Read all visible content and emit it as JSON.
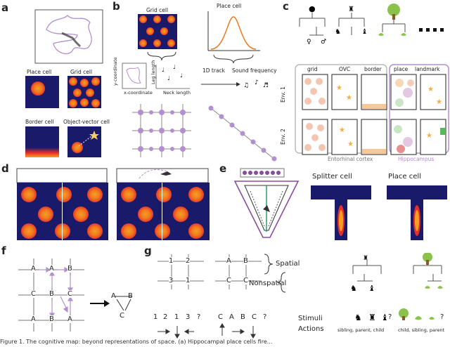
{
  "panels": {
    "a": "a",
    "b": "b",
    "c": "c",
    "d": "d",
    "e": "e",
    "f": "f",
    "g": "g"
  },
  "a": {
    "place": "Place cell",
    "grid": "Grid cell",
    "border": "Border cell",
    "ovc": "Object-vector cell"
  },
  "b": {
    "grid": "Grid cell",
    "place": "Place cell",
    "xcoord": "x-coordinate",
    "ycoord": "y-coordinate",
    "leg": "Leg length",
    "neck": "Neck length",
    "track": "1D track",
    "sound": "Sound frequency"
  },
  "c": {
    "grid": "grid",
    "ovc": "OVC",
    "border": "border",
    "place": "place",
    "landmark": "landmark",
    "env1": "Env. 1",
    "env2": "Env. 2",
    "ec": "Entorhinal cortex",
    "hpc": "Hippocampus"
  },
  "e": {
    "splitter": "Splitter cell",
    "place": "Place cell"
  },
  "f": {
    "r1": [
      "A",
      "A",
      "B"
    ],
    "r2": [
      "C",
      "B",
      "C"
    ],
    "r3": [
      "A",
      "B",
      "A"
    ],
    "tri": [
      "A",
      "B",
      "C"
    ]
  },
  "g": {
    "g1r1": [
      "1",
      "2"
    ],
    "g1r2": [
      "3",
      "1"
    ],
    "g2r1": [
      "A",
      "B"
    ],
    "g2r2": [
      "C",
      "C"
    ],
    "spatial": "Spatial",
    "nonspatial": "Nonspatial",
    "stimuli": "Stimuli",
    "actions": "Actions",
    "seq1": [
      "1",
      "2",
      "1",
      "3",
      "?"
    ],
    "seq2": [
      "C",
      "A",
      "B",
      "C",
      "?"
    ],
    "sib1": "sibling, parent, child",
    "sib2": "child, sibling, parent",
    "q": "?"
  },
  "caption": "Figure 1. The cognitive map: beyond representations of space. (a) Hippocampal place cells fire..."
}
